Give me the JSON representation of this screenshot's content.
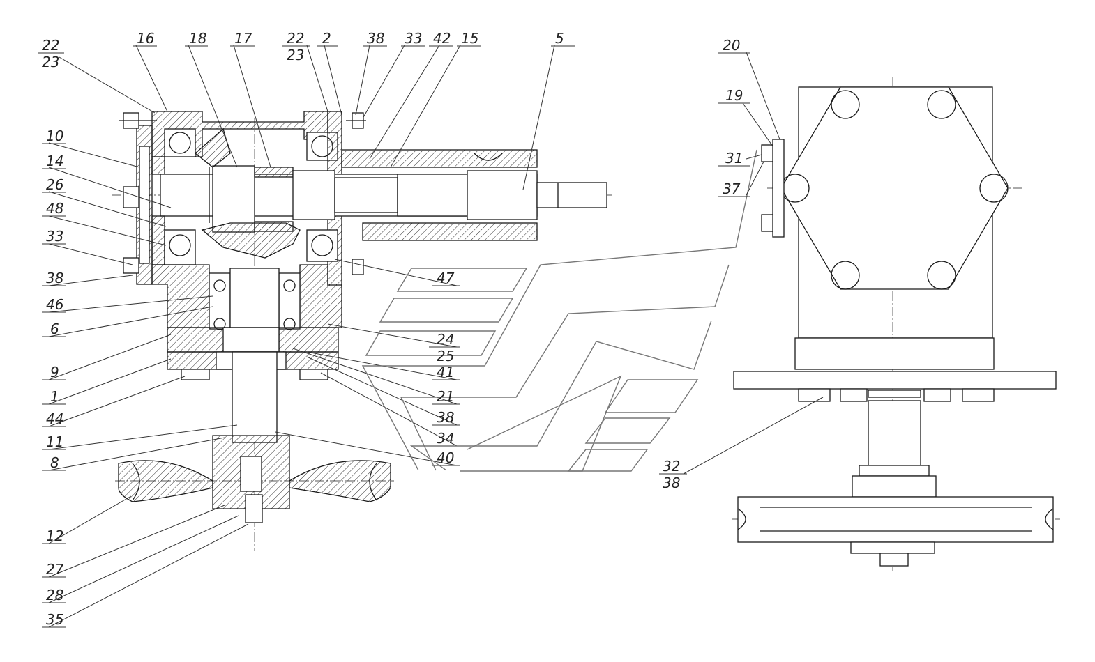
{
  "title": "",
  "labels_left": [
    {
      "id": "22/23-left",
      "top": "22",
      "bottom": "23"
    },
    {
      "id": "16",
      "text": "16"
    },
    {
      "id": "18",
      "text": "18"
    },
    {
      "id": "17",
      "text": "17"
    },
    {
      "id": "22/23-top",
      "top": "22",
      "bottom": "23"
    },
    {
      "id": "2",
      "text": "2"
    },
    {
      "id": "38-top",
      "text": "38"
    },
    {
      "id": "33-top",
      "text": "33"
    },
    {
      "id": "42",
      "text": "42"
    },
    {
      "id": "15",
      "text": "15"
    },
    {
      "id": "5",
      "text": "5"
    },
    {
      "id": "10",
      "text": "10"
    },
    {
      "id": "14",
      "text": "14"
    },
    {
      "id": "26",
      "text": "26"
    },
    {
      "id": "48",
      "text": "48"
    },
    {
      "id": "33-left",
      "text": "33"
    },
    {
      "id": "38-left",
      "text": "38"
    },
    {
      "id": "46",
      "text": "46"
    },
    {
      "id": "6",
      "text": "6"
    },
    {
      "id": "9",
      "text": "9"
    },
    {
      "id": "1",
      "text": "1"
    },
    {
      "id": "44",
      "text": "44"
    },
    {
      "id": "11",
      "text": "11"
    },
    {
      "id": "8",
      "text": "8"
    },
    {
      "id": "12",
      "text": "12"
    },
    {
      "id": "27",
      "text": "27"
    },
    {
      "id": "28",
      "text": "28"
    },
    {
      "id": "35",
      "text": "35"
    },
    {
      "id": "47",
      "text": "47"
    },
    {
      "id": "24/25",
      "top": "24",
      "bottom": "25"
    },
    {
      "id": "41",
      "text": "41"
    },
    {
      "id": "21",
      "text": "21"
    },
    {
      "id": "38-mid",
      "text": "38"
    },
    {
      "id": "34",
      "text": "34"
    },
    {
      "id": "40",
      "text": "40"
    }
  ],
  "labels_right": [
    {
      "id": "20",
      "text": "20"
    },
    {
      "id": "19",
      "text": "19"
    },
    {
      "id": "31",
      "text": "31"
    },
    {
      "id": "37",
      "text": "37"
    },
    {
      "id": "32/38",
      "top": "32",
      "bottom": "38"
    }
  ]
}
